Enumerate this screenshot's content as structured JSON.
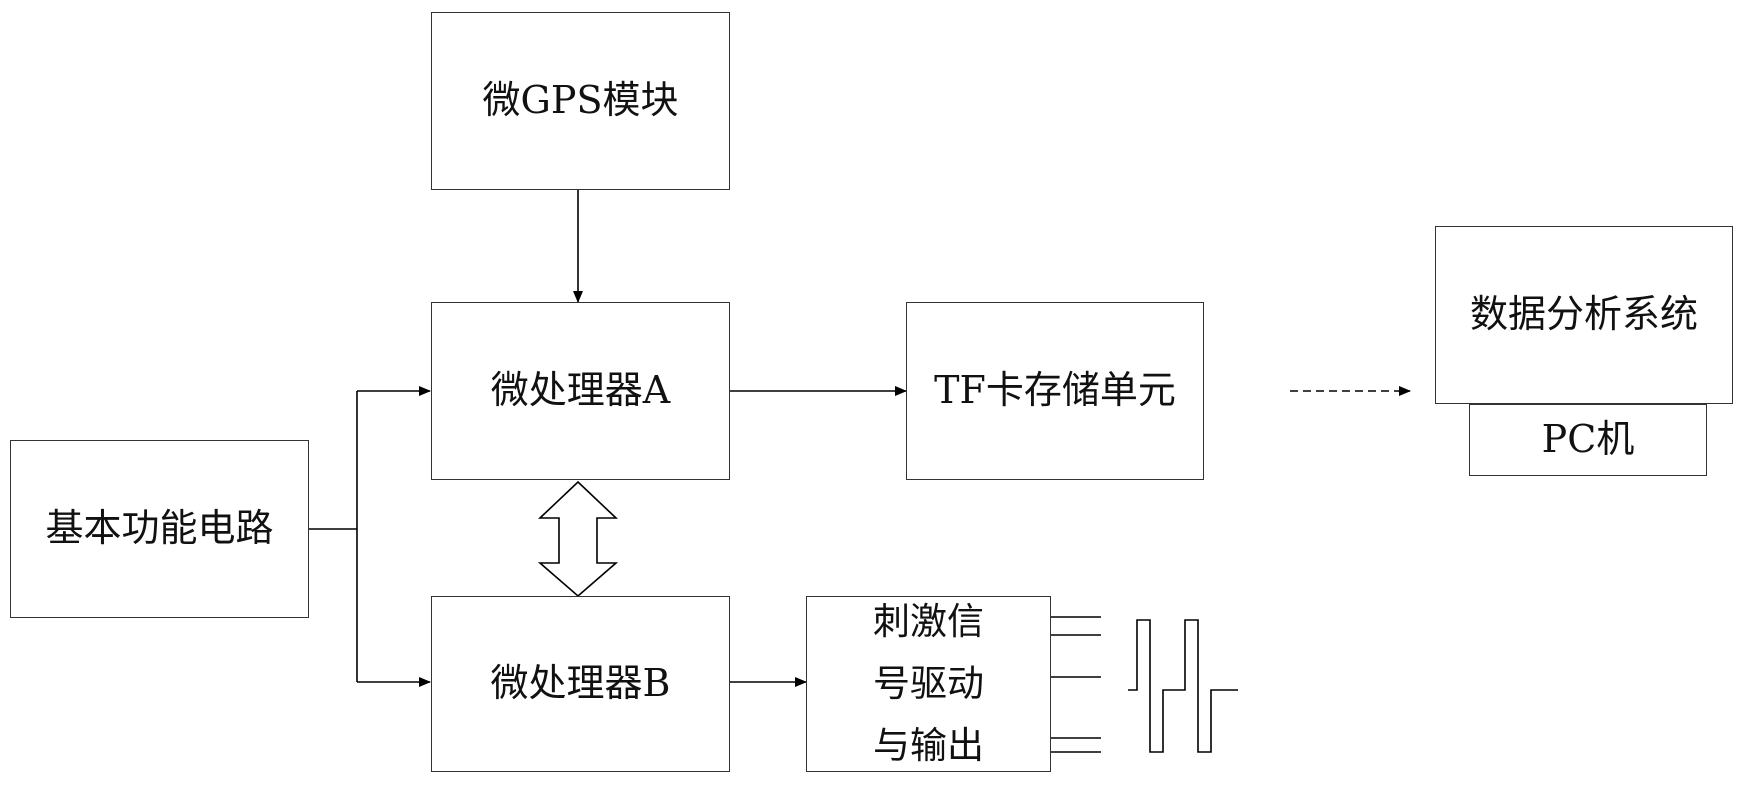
{
  "nodes": {
    "gps": "微GPS模块",
    "mpu_a": "微处理器A",
    "mpu_b": "微处理器B",
    "tf": "TF卡存储单元",
    "basic": "基本功能电路",
    "stim": [
      "刺激信",
      "号驱动",
      "与输出"
    ],
    "analysis": "数据分析系统",
    "pc": "PC机"
  }
}
